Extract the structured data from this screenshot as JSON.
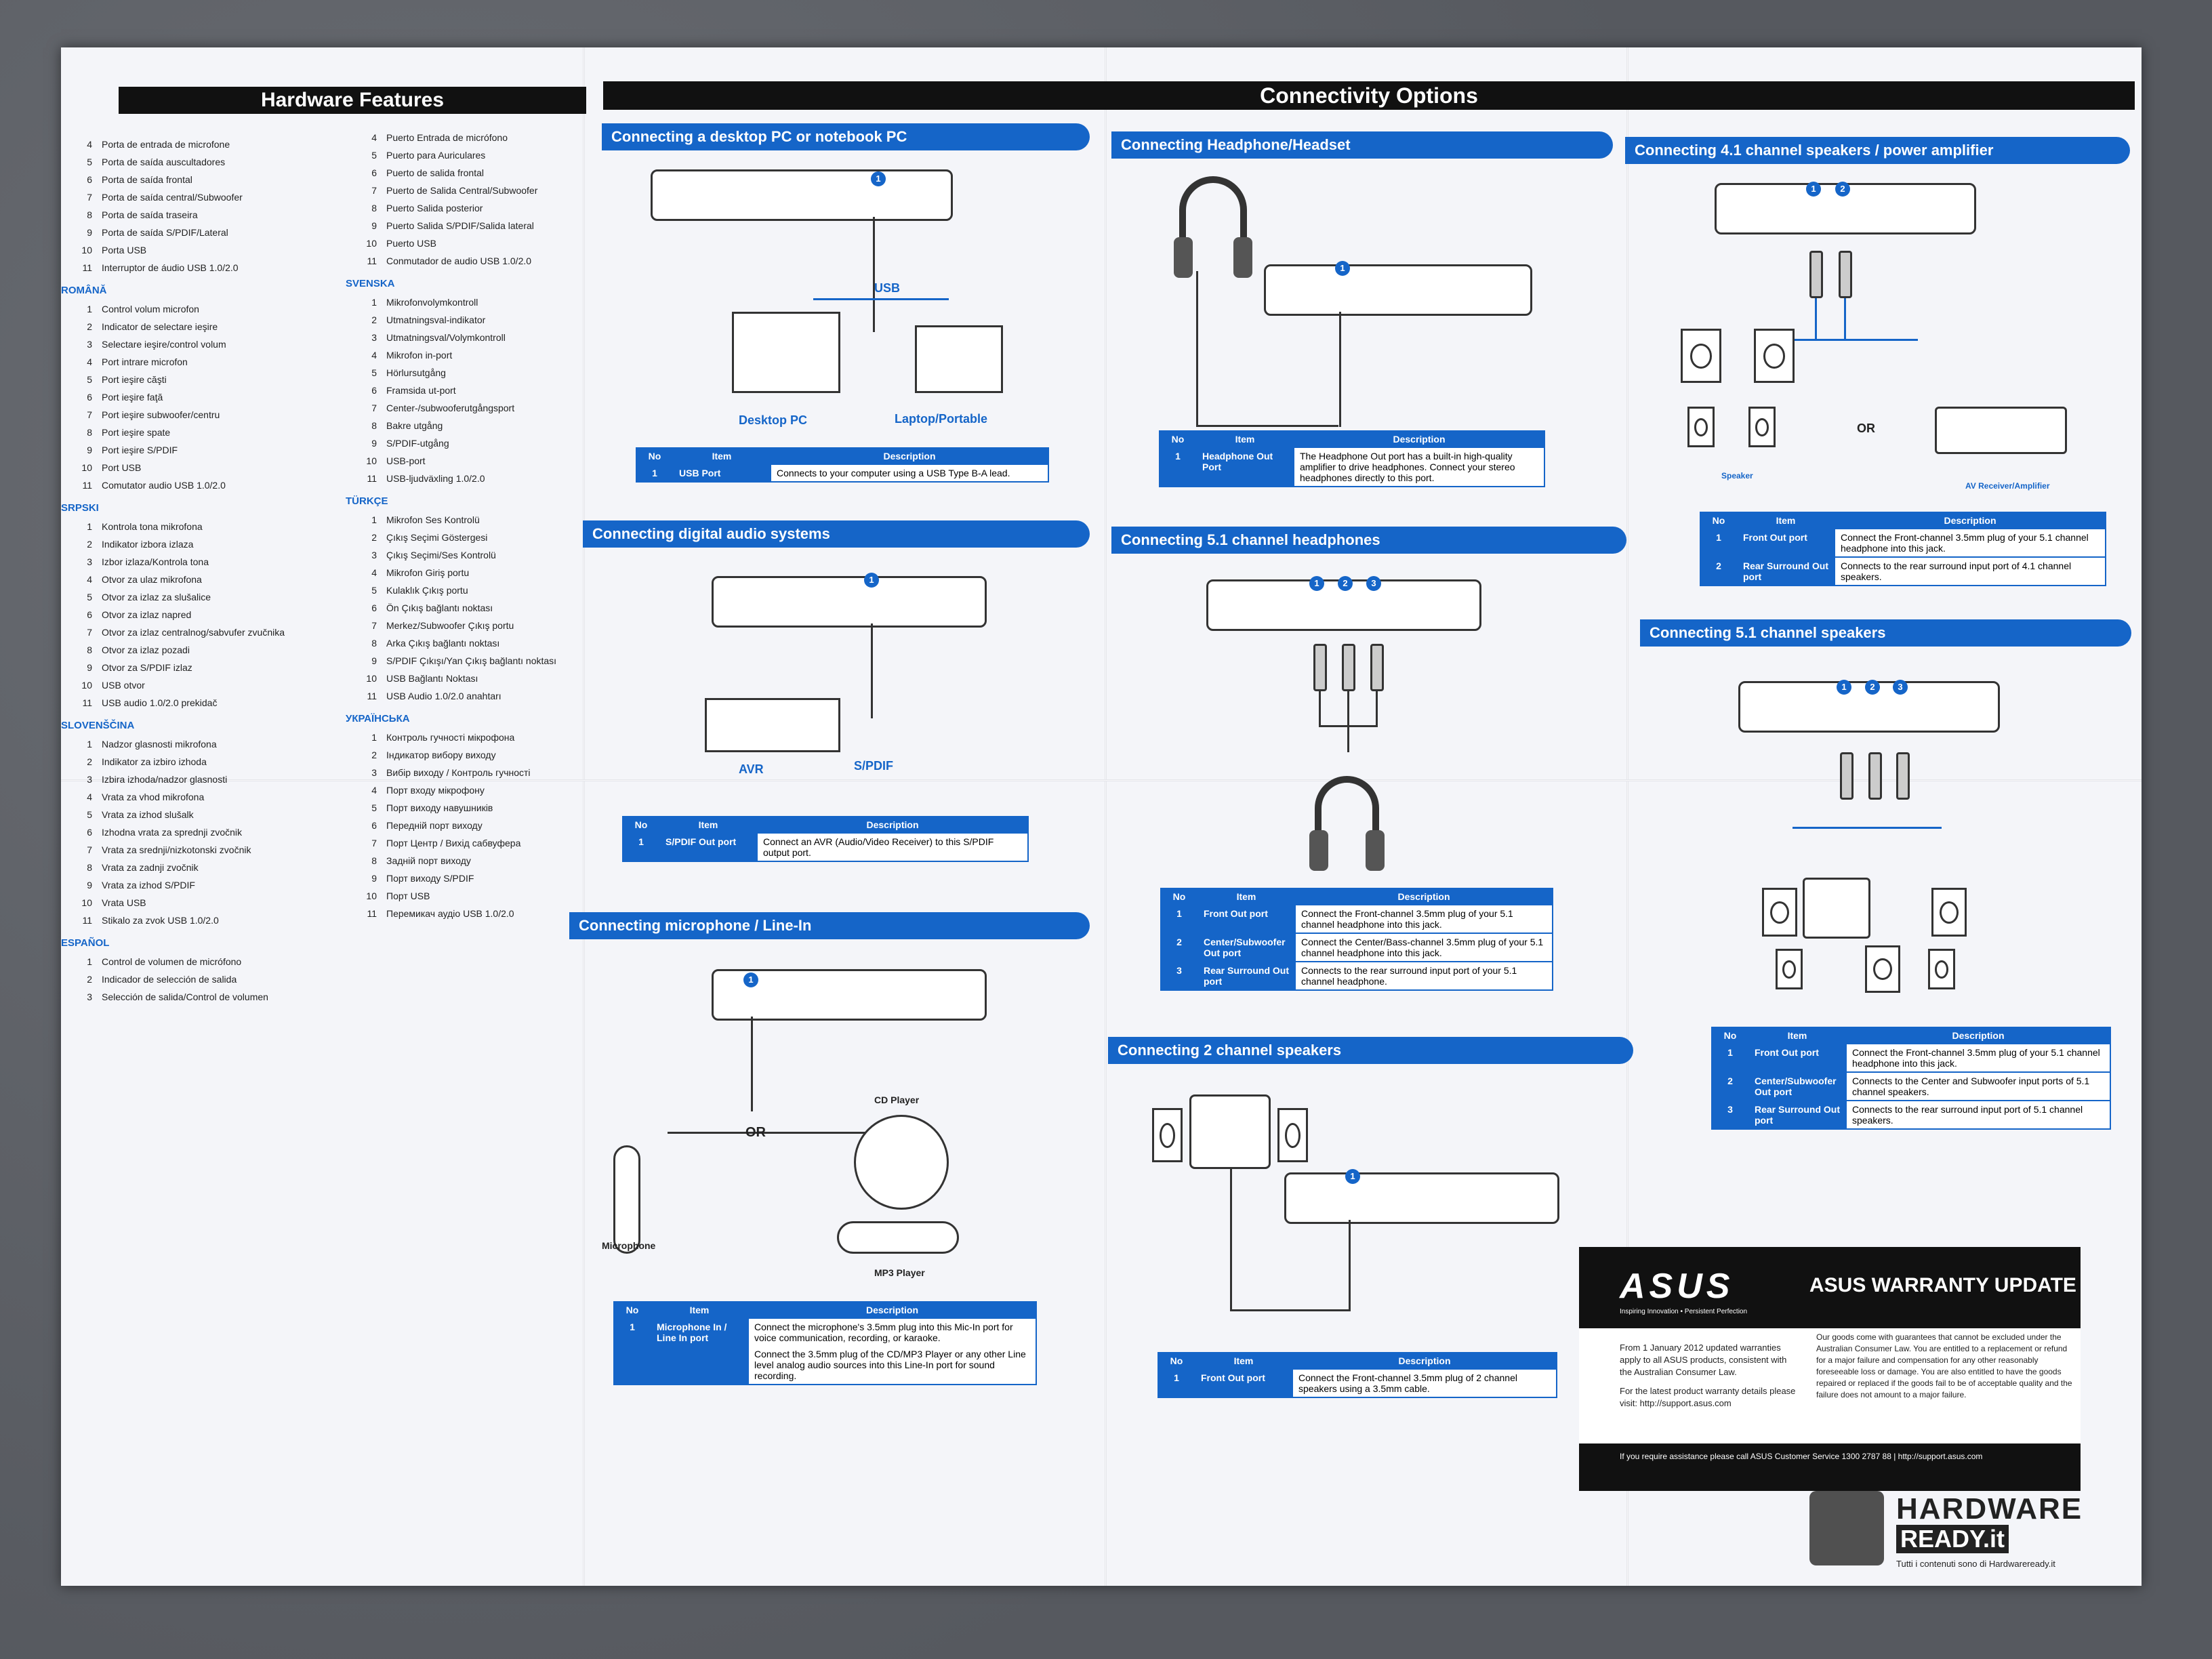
{
  "headers": {
    "hardware": "Hardware Features",
    "connectivity": "Connectivity Options"
  },
  "lang_col1": [
    {
      "lang": "",
      "items": [
        [
          "4",
          "Porta de entrada de microfone"
        ],
        [
          "5",
          "Porta de saída auscultadores"
        ],
        [
          "6",
          "Porta de saída frontal"
        ],
        [
          "7",
          "Porta de saída central/Subwoofer"
        ],
        [
          "8",
          "Porta de saída traseira"
        ],
        [
          "9",
          "Porta de saída S/PDIF/Lateral"
        ],
        [
          "10",
          "Porta USB"
        ],
        [
          "11",
          "Interruptor de áudio USB 1.0/2.0"
        ]
      ]
    },
    {
      "lang": "ROMÂNĂ",
      "items": [
        [
          "1",
          "Control volum microfon"
        ],
        [
          "2",
          "Indicator de selectare ieşire"
        ],
        [
          "3",
          "Selectare ieşire/control volum"
        ],
        [
          "4",
          "Port intrare microfon"
        ],
        [
          "5",
          "Port ieşire căşti"
        ],
        [
          "6",
          "Port ieşire faţă"
        ],
        [
          "7",
          "Port ieşire subwoofer/centru"
        ],
        [
          "8",
          "Port ieşire spate"
        ],
        [
          "9",
          "Port ieşire S/PDIF"
        ],
        [
          "10",
          "Port USB"
        ],
        [
          "11",
          "Comutator audio USB 1.0/2.0"
        ]
      ]
    },
    {
      "lang": "SRPSKI",
      "items": [
        [
          "1",
          "Kontrola tona mikrofona"
        ],
        [
          "2",
          "Indikator izbora izlaza"
        ],
        [
          "3",
          "Izbor izlaza/Kontrola tona"
        ],
        [
          "4",
          "Otvor za ulaz mikrofona"
        ],
        [
          "5",
          "Otvor za izlaz za slušalice"
        ],
        [
          "6",
          "Otvor za izlaz napred"
        ],
        [
          "7",
          "Otvor za izlaz centralnog/sabvufer zvučnika"
        ],
        [
          "8",
          "Otvor za izlaz pozadi"
        ],
        [
          "9",
          "Otvor za S/PDIF izlaz"
        ],
        [
          "10",
          "USB otvor"
        ],
        [
          "11",
          "USB audio 1.0/2.0 prekidač"
        ]
      ]
    },
    {
      "lang": "SLOVENŠČINA",
      "items": [
        [
          "1",
          "Nadzor glasnosti mikrofona"
        ],
        [
          "2",
          "Indikator za izbiro izhoda"
        ],
        [
          "3",
          "Izbira izhoda/nadzor glasnosti"
        ],
        [
          "4",
          "Vrata za vhod mikrofona"
        ],
        [
          "5",
          "Vrata za izhod slušalk"
        ],
        [
          "6",
          "Izhodna vrata za sprednji zvočnik"
        ],
        [
          "7",
          "Vrata za srednji/nizkotonski zvočnik"
        ],
        [
          "8",
          "Vrata za zadnji zvočnik"
        ],
        [
          "9",
          "Vrata za izhod S/PDIF"
        ],
        [
          "10",
          "Vrata USB"
        ],
        [
          "11",
          "Stikalo za zvok USB 1.0/2.0"
        ]
      ]
    },
    {
      "lang": "ESPAÑOL",
      "items": [
        [
          "1",
          "Control de volumen de micrófono"
        ],
        [
          "2",
          "Indicador de selección de salida"
        ],
        [
          "3",
          "Selección de salida/Control de volumen"
        ]
      ]
    }
  ],
  "lang_col2": [
    {
      "lang": "",
      "items": [
        [
          "4",
          "Puerto Entrada de micrófono"
        ],
        [
          "5",
          "Puerto para Auriculares"
        ],
        [
          "6",
          "Puerto de salida frontal"
        ],
        [
          "7",
          "Puerto de Salida Central/Subwoofer"
        ],
        [
          "8",
          "Puerto Salida posterior"
        ],
        [
          "9",
          "Puerto Salida S/PDIF/Salida lateral"
        ],
        [
          "10",
          "Puerto USB"
        ],
        [
          "11",
          "Conmutador de audio USB 1.0/2.0"
        ]
      ]
    },
    {
      "lang": "SVENSKA",
      "items": [
        [
          "1",
          "Mikrofonvolymkontroll"
        ],
        [
          "2",
          "Utmatningsval-indikator"
        ],
        [
          "3",
          "Utmatningsval/Volymkontroll"
        ],
        [
          "4",
          "Mikrofon in-port"
        ],
        [
          "5",
          "Hörlursutgång"
        ],
        [
          "6",
          "Framsida ut-port"
        ],
        [
          "7",
          "Center-/subwooferutgångsport"
        ],
        [
          "8",
          "Bakre utgång"
        ],
        [
          "9",
          "S/PDIF-utgång"
        ],
        [
          "10",
          "USB-port"
        ],
        [
          "11",
          "USB-ljudväxling 1.0/2.0"
        ]
      ]
    },
    {
      "lang": "TÜRKÇE",
      "items": [
        [
          "1",
          "Mikrofon Ses Kontrolü"
        ],
        [
          "2",
          "Çıkış Seçimi Göstergesi"
        ],
        [
          "3",
          "Çıkış Seçimi/Ses Kontrolü"
        ],
        [
          "4",
          "Mikrofon Giriş portu"
        ],
        [
          "5",
          "Kulaklık Çıkış portu"
        ],
        [
          "6",
          "Ön Çıkış bağlantı noktası"
        ],
        [
          "7",
          "Merkez/Subwoofer Çıkış portu"
        ],
        [
          "8",
          "Arka Çıkış bağlantı noktası"
        ],
        [
          "9",
          "S/PDIF Çıkışı/Yan Çıkış bağlantı noktası"
        ],
        [
          "10",
          "USB Bağlantı Noktası"
        ],
        [
          "11",
          "USB Audio 1.0/2.0 anahtarı"
        ]
      ]
    },
    {
      "lang": "УКРАЇНСЬКА",
      "items": [
        [
          "1",
          "Контроль гучності мікрофона"
        ],
        [
          "2",
          "Індикатор вибору виходу"
        ],
        [
          "3",
          "Вибір виходу / Контроль гучності"
        ],
        [
          "4",
          "Порт входу мікрофону"
        ],
        [
          "5",
          "Порт виходу навушників"
        ],
        [
          "6",
          "Передній порт виходу"
        ],
        [
          "7",
          "Порт Центр / Вихід сабвуфера"
        ],
        [
          "8",
          "Задній порт виходу"
        ],
        [
          "9",
          "Порт виходу S/PDIF"
        ],
        [
          "10",
          "Порт USB"
        ],
        [
          "11",
          "Перемикач аудіо USB 1.0/2.0"
        ]
      ]
    }
  ],
  "sections": {
    "desktop": "Connecting a desktop PC or notebook PC",
    "digital": "Connecting digital audio systems",
    "mic": "Connecting microphone / Line-In",
    "headphone": "Connecting Headphone/Headset",
    "hp51": "Connecting 5.1 channel headphones",
    "spk2": "Connecting 2 channel speakers",
    "spk41": "Connecting 4.1 channel speakers / power amplifier",
    "spk51": "Connecting 5.1 channel speakers"
  },
  "labels": {
    "usb": "USB",
    "desktop_pc": "Desktop PC",
    "laptop": "Laptop/Portable",
    "avr": "AVR",
    "spdif": "S/PDIF",
    "or": "OR",
    "cd": "CD Player",
    "mp3": "MP3 Player",
    "microphone": "Microphone",
    "speaker": "Speaker",
    "av_receiver": "AV Receiver/Amplifier"
  },
  "table_head": {
    "no": "No",
    "item": "Item",
    "desc": "Description"
  },
  "tables": {
    "desktop": [
      [
        "1",
        "USB Port",
        "Connects to your computer using a USB Type B-A lead."
      ]
    ],
    "digital": [
      [
        "1",
        "S/PDIF Out port",
        "Connect an AVR (Audio/Video Receiver) to this S/PDIF output port."
      ]
    ],
    "mic": [
      [
        "1",
        "Microphone In / Line In port",
        "Connect the microphone's 3.5mm plug into this Mic-In port for voice communication, recording, or karaoke.",
        "Connect the 3.5mm plug of the CD/MP3 Player or any other Line level analog audio sources into this Line-In port for sound recording."
      ]
    ],
    "headphone": [
      [
        "1",
        "Headphone Out Port",
        "The Headphone Out port has a built-in high-quality amplifier to drive headphones. Connect your stereo headphones directly to this port."
      ]
    ],
    "hp51": [
      [
        "1",
        "Front Out port",
        "Connect the Front-channel 3.5mm plug of your 5.1 channel headphone into this jack."
      ],
      [
        "2",
        "Center/Subwoofer Out port",
        "Connect the Center/Bass-channel 3.5mm plug of your 5.1 channel headphone into this jack."
      ],
      [
        "3",
        "Rear Surround Out port",
        "Connects to the rear surround input port of your 5.1 channel headphone."
      ]
    ],
    "spk2": [
      [
        "1",
        "Front Out port",
        "Connect the Front-channel 3.5mm plug of 2 channel speakers using a 3.5mm cable."
      ]
    ],
    "spk41": [
      [
        "1",
        "Front Out port",
        "Connect the Front-channel 3.5mm plug of your 5.1 channel headphone into this jack."
      ],
      [
        "2",
        "Rear Surround Out port",
        "Connects to the rear surround input port of 4.1 channel speakers."
      ]
    ],
    "spk51": [
      [
        "1",
        "Front Out port",
        "Connect the Front-channel 3.5mm plug of your 5.1 channel headphone into this jack."
      ],
      [
        "2",
        "Center/Subwoofer Out port",
        "Connects to the Center and Subwoofer input ports of 5.1 channel speakers."
      ],
      [
        "3",
        "Rear Surround Out port",
        "Connects to the rear surround input port of 5.1 channel speakers."
      ]
    ]
  },
  "warranty": {
    "logo": "ASUS",
    "tagline": "Inspiring Innovation • Persistent Perfection",
    "title": "ASUS WARRANTY UPDATE",
    "left": "From 1 January 2012 updated warranties apply to all ASUS products, consistent with the Australian Consumer Law.",
    "left2": "For the latest product warranty details please visit: http://support.asus.com",
    "right": "Our goods come with guarantees that cannot be excluded under the Australian Consumer Law. You are entitled to a replacement or refund for a major failure and compensation for any other reasonably foreseeable loss or damage. You are also entitled to have the goods repaired or replaced if the goods fail to be of acceptable quality and the failure does not amount to a major failure.",
    "foot": "If you require assistance please call ASUS Customer Service 1300 2787 88  |  http://support.asus.com"
  },
  "watermark": {
    "line1": "HARDWARE",
    "line2": "READY.it",
    "line3": "Tutti i contenuti sono di Hardwareready.it"
  }
}
